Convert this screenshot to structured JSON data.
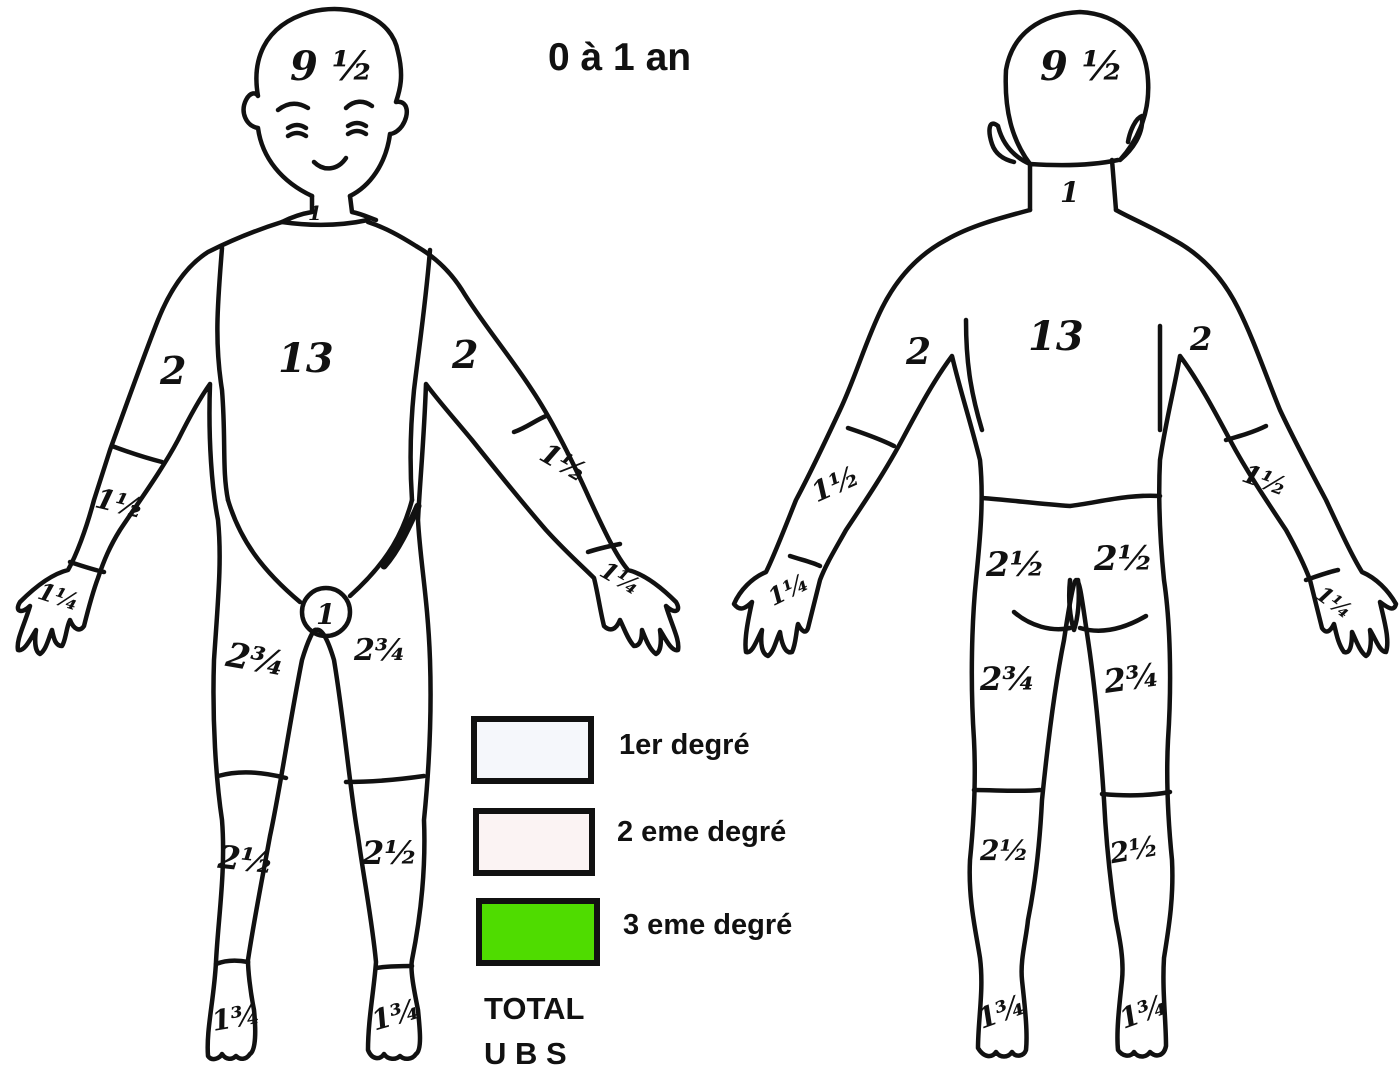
{
  "title": "0 à 1 an",
  "front_figure": {
    "head": "9 ½",
    "neck": "1",
    "trunk": "13",
    "upper_arm_right": "2",
    "upper_arm_left": "2",
    "forearm_right": "1½",
    "forearm_left": "1½",
    "hand_right": "1¼",
    "hand_left": "1¼",
    "genitals": "1",
    "thigh_right": "2¾",
    "thigh_left": "2¾",
    "leg_right": "2½",
    "leg_left": "2½",
    "foot_right": "1¾",
    "foot_left": "1¾"
  },
  "back_figure": {
    "head": "9 ½",
    "neck": "1",
    "trunk": "13",
    "upper_arm_left": "2",
    "upper_arm_right": "2",
    "forearm_left": "1½",
    "forearm_right": "1½",
    "hand_left": "1¼",
    "hand_right": "1¼",
    "buttock_left": "2½",
    "buttock_right": "2½",
    "thigh_left": "2¾",
    "thigh_right": "2¾",
    "leg_left": "2½",
    "leg_right": "2½",
    "foot_left": "1¾",
    "foot_right": "1¾"
  },
  "legend": [
    {
      "label": "1er degré",
      "color": "#f5f7fb"
    },
    {
      "label": "2 eme degré",
      "color": "#fbf3f3"
    },
    {
      "label": "3 eme degré",
      "color": "#4fdc00"
    }
  ],
  "total_line1": "TOTAL",
  "total_line2": "U B S"
}
